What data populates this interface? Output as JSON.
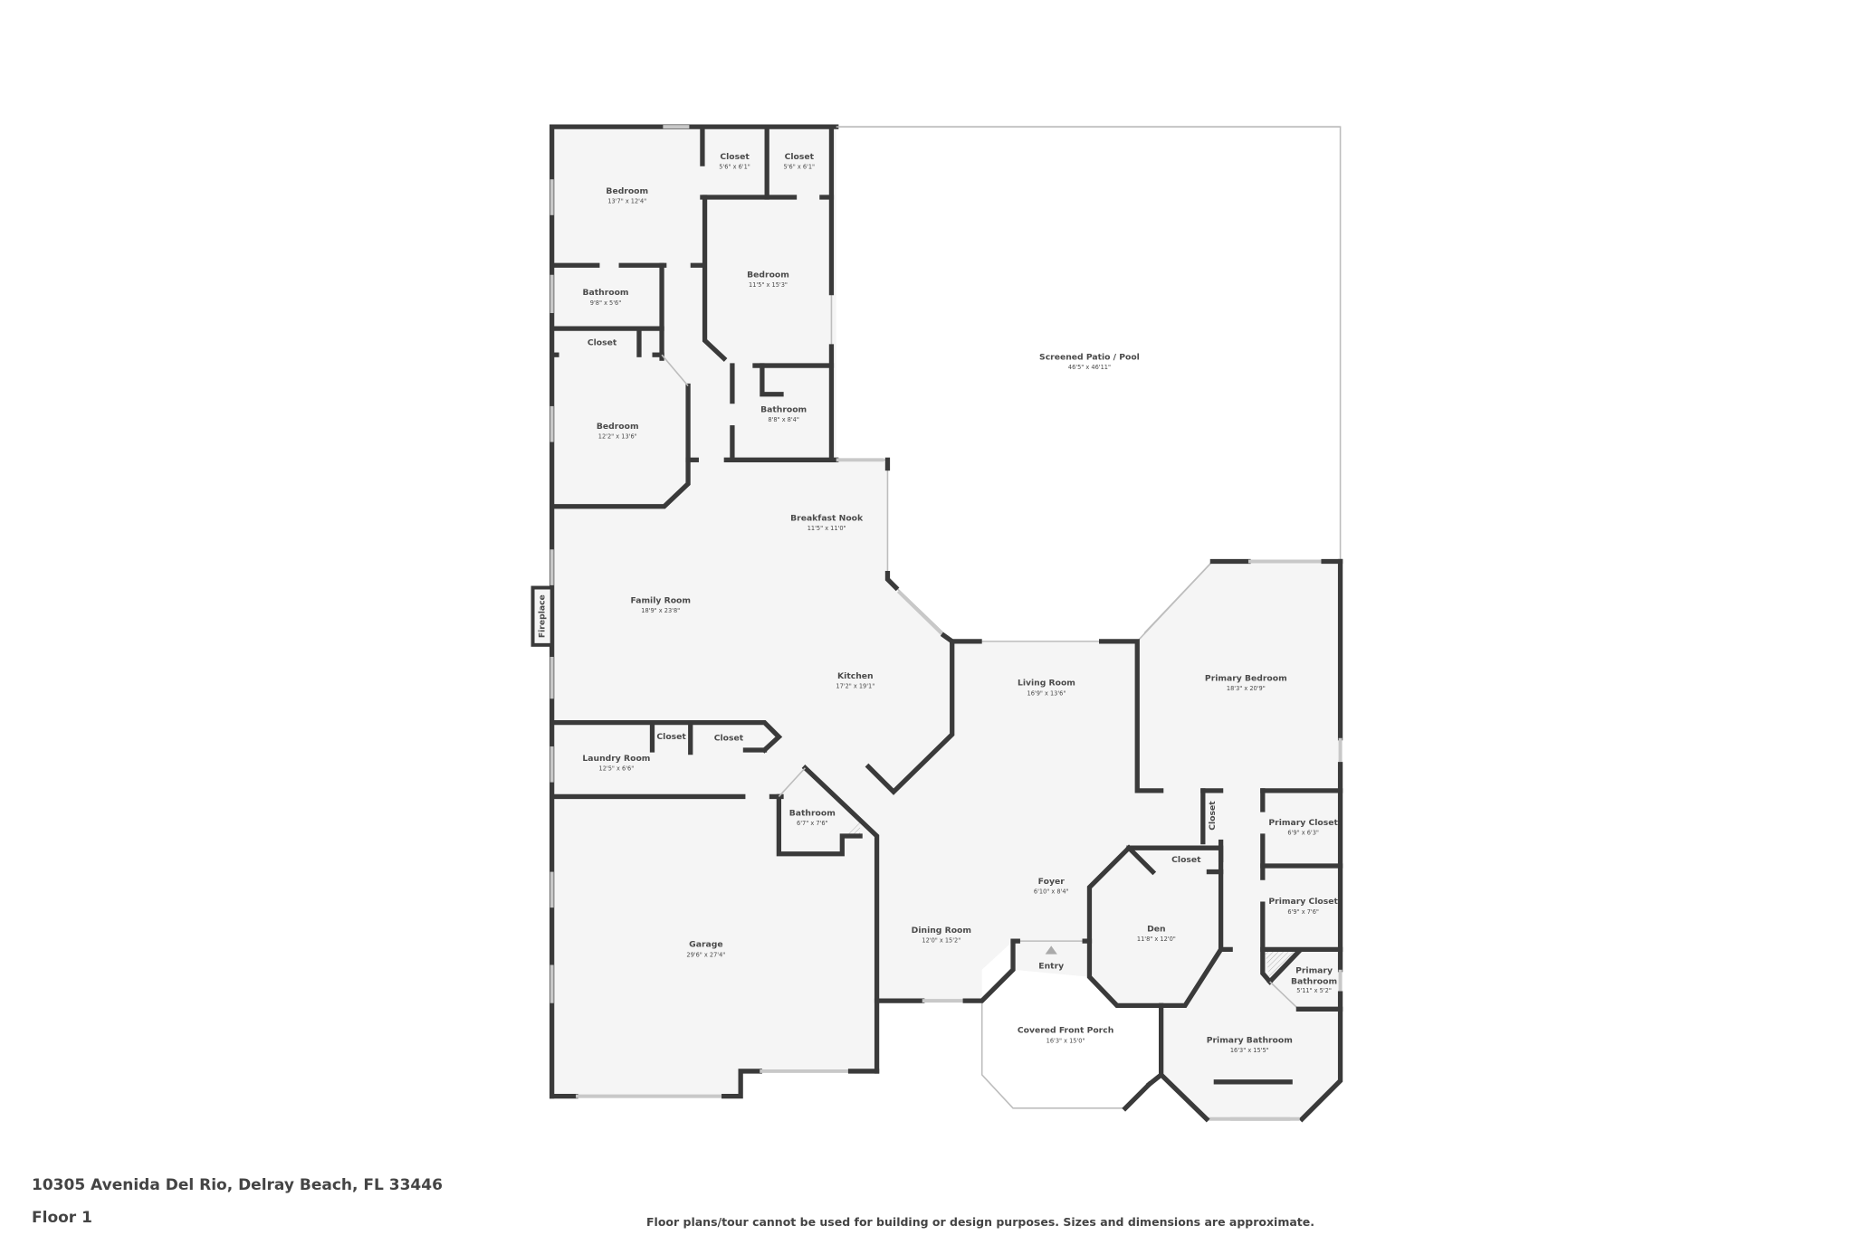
{
  "address": "10305 Avenida Del Rio, Delray Beach, FL 33446",
  "floor": "Floor 1",
  "disclaimer": "Floor plans/tour cannot be used for building or design purposes. Sizes and dimensions are approximate.",
  "colors": {
    "wall": "#3a3a3a",
    "floor": "#f5f5f5",
    "text": "#4a4a4a",
    "outdoor_pattern": "#e4e4e4"
  },
  "rooms": [
    {
      "name": "Bedroom",
      "dims": "13'7\" x 12'4\""
    },
    {
      "name": "Closet",
      "dims": "5'6\" x 6'1\""
    },
    {
      "name": "Closet",
      "dims": "5'6\" x 6'1\""
    },
    {
      "name": "Bedroom",
      "dims": "11'5\" x 15'3\""
    },
    {
      "name": "Bathroom",
      "dims": "9'8\" x 5'6\""
    },
    {
      "name": "Closet",
      "dims": ""
    },
    {
      "name": "Bedroom",
      "dims": "12'2\" x 13'6\""
    },
    {
      "name": "Bathroom",
      "dims": "8'8\" x 8'4\""
    },
    {
      "name": "Screened Patio / Pool",
      "dims": "46'5\" x 46'11\""
    },
    {
      "name": "Breakfast Nook",
      "dims": "11'5\" x 11'0\""
    },
    {
      "name": "Family Room",
      "dims": "18'9\" x 23'8\""
    },
    {
      "name": "Kitchen",
      "dims": "17'2\" x 19'1\""
    },
    {
      "name": "Living Room",
      "dims": "16'9\" x 13'6\""
    },
    {
      "name": "Primary Bedroom",
      "dims": "18'3\" x 20'9\""
    },
    {
      "name": "Closet",
      "dims": ""
    },
    {
      "name": "Closet",
      "dims": ""
    },
    {
      "name": "Laundry Room",
      "dims": "12'5\" x 6'6\""
    },
    {
      "name": "Bathroom",
      "dims": "6'7\" x 7'6\""
    },
    {
      "name": "Closet",
      "dims": ""
    },
    {
      "name": "Primary Closet",
      "dims": "6'9\" x 6'3\""
    },
    {
      "name": "Foyer",
      "dims": "6'10\" x 8'4\""
    },
    {
      "name": "Closet",
      "dims": ""
    },
    {
      "name": "Primary Closet",
      "dims": "6'9\" x 7'6\""
    },
    {
      "name": "Dining Room",
      "dims": "12'0\" x 15'2\""
    },
    {
      "name": "Den",
      "dims": "11'8\" x 12'0\""
    },
    {
      "name": "Garage",
      "dims": "29'6\" x 27'4\""
    },
    {
      "name": "Covered Front Porch",
      "dims": "16'3\" x 15'0\""
    },
    {
      "name": "Primary Bathroom",
      "dims": "16'3\" x 15'5\""
    }
  ],
  "small_bath": {
    "name_line1": "Primary",
    "name_line2": "Bathroom",
    "dims": "5'11\" x 5'2\""
  },
  "fireplace": "Fireplace",
  "entry": "Entry"
}
